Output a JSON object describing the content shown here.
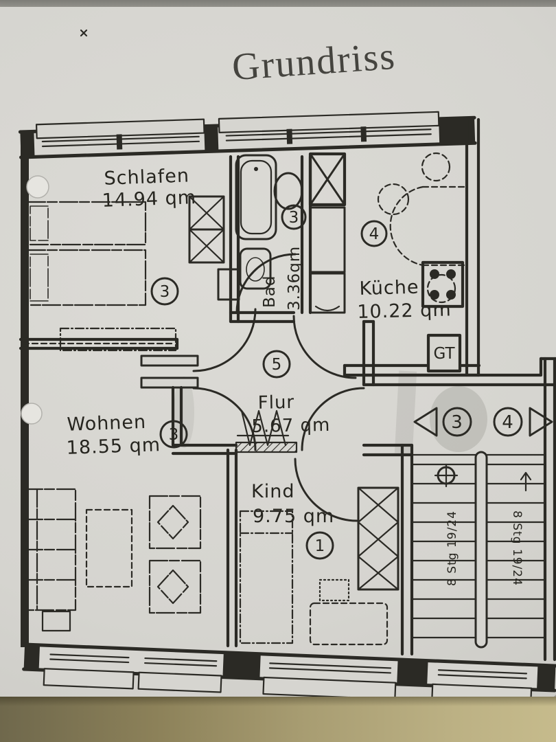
{
  "title": "Grundriss",
  "rooms": {
    "schlafen": {
      "name": "Schlafen",
      "area": "14.94 qm",
      "number": "3"
    },
    "bad": {
      "name": "Bad",
      "area": "3.36qm",
      "number": "3"
    },
    "kueche": {
      "name": "Küche",
      "area": "10.22 qm",
      "number": "4"
    },
    "flur": {
      "name": "Flur",
      "area": "5.67 qm",
      "number": "5"
    },
    "wohnen": {
      "name": "Wohnen",
      "area": "18.55 qm",
      "number": "3"
    },
    "kind": {
      "name": "Kind",
      "area": "9.75 qm",
      "number": "1"
    }
  },
  "stairwell": {
    "left_marker": "3",
    "right_marker": "4",
    "left_flight_label": "8 Stg 19/24",
    "right_flight_label": "8 Stg 19/24"
  },
  "boiler_label": "GT",
  "colors": {
    "ink": "#2b2a25",
    "paper": "#d6d5d0",
    "table_edge": "#a89d72"
  }
}
